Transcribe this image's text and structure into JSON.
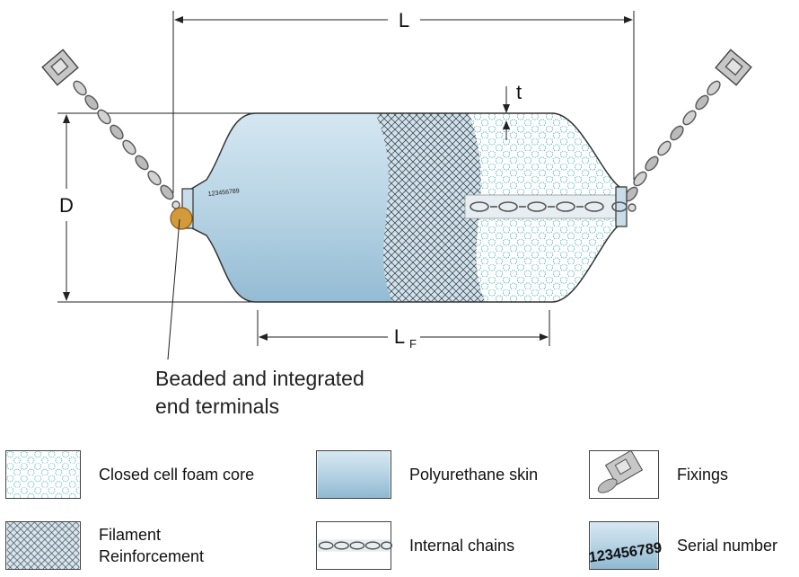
{
  "dimensions": {
    "length": "L",
    "diameter": "D",
    "foam_length": "L",
    "foam_length_subscript": "F",
    "thickness": "t"
  },
  "serial_text": "123456789",
  "callout": {
    "line1": "Beaded and integrated",
    "line2": "end terminals"
  },
  "legend": [
    {
      "label": "Closed cell foam core",
      "icon": "foam-core-swatch"
    },
    {
      "label": "Polyurethane skin",
      "icon": "skin-swatch"
    },
    {
      "label": "Fixings",
      "icon": "fixings-swatch"
    },
    {
      "label_line1": "Filament",
      "label_line2": "Reinforcement",
      "icon": "filament-swatch"
    },
    {
      "label": "Internal chains",
      "icon": "chains-swatch"
    },
    {
      "label": "Serial number",
      "icon": "serial-swatch",
      "swatch_text": "123456789"
    }
  ],
  "colors": {
    "skin": "#b9d6e6",
    "foam_dots": "#2aa3a3",
    "terminal": "#d39a3c",
    "chain": "#b0b0b0"
  }
}
